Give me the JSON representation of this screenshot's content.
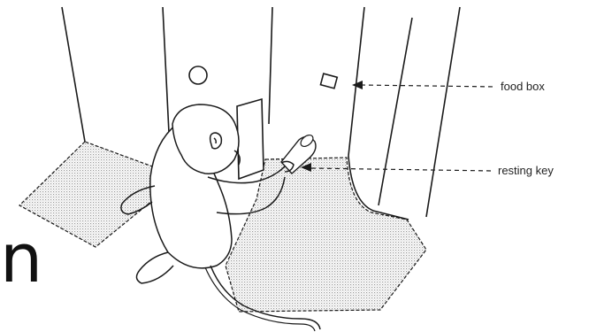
{
  "figure": {
    "labels": {
      "food_box": "food box",
      "resting_key": "resting key"
    },
    "clipped_glyph": "n",
    "colors": {
      "ink": "#1a1a1a",
      "floor_stipple": "#cfcfcf",
      "background": "#ffffff"
    }
  }
}
